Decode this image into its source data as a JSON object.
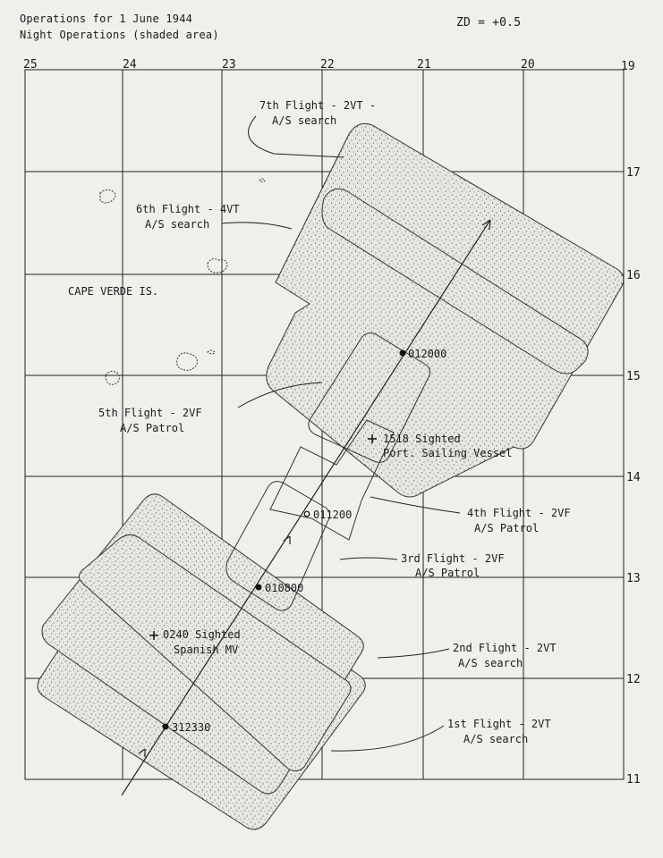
{
  "header": {
    "title": "Operations for 1 June 1944",
    "subtitle": "Night Operations (shaded area)",
    "zone": "ZD = +0.5"
  },
  "axes": {
    "longitudes": [
      "25",
      "24",
      "23",
      "22",
      "21",
      "20",
      "19"
    ],
    "latitudes": [
      "17",
      "16",
      "15",
      "14",
      "13",
      "12",
      "11"
    ]
  },
  "place_label": "CAPE VERDE IS.",
  "flights": {
    "f7": {
      "line1": "7th Flight - 2VT -",
      "line2": "A/S search"
    },
    "f6": {
      "line1": "6th Flight - 4VT",
      "line2": "A/S search"
    },
    "f5": {
      "line1": "5th Flight - 2VF",
      "line2": "A/S Patrol"
    },
    "f4": {
      "line1": "4th Flight - 2VF",
      "line2": "A/S Patrol"
    },
    "f3": {
      "line1": "3rd Flight - 2VF",
      "line2": "A/S Patrol"
    },
    "f2": {
      "line1": "2nd Flight - 2VT",
      "line2": "A/S search"
    },
    "f1": {
      "line1": "1st Flight - 2VT",
      "line2": "A/S search"
    }
  },
  "sightings": {
    "s1518": {
      "line1": "1518 Sighted",
      "line2": "Port. Sailing Vessel"
    },
    "s0240": {
      "line1": "0240 Sighted",
      "line2": "Spanish MV"
    }
  },
  "track_points": {
    "p1": "312330",
    "p2": "010800",
    "p3": "011200",
    "p4": "012000"
  }
}
